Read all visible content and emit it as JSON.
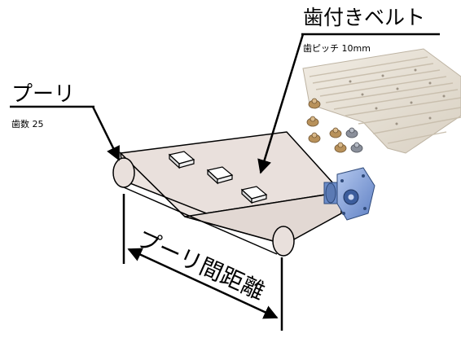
{
  "labels": {
    "belt_title": "歯付きベルト",
    "belt_sub": "歯ピッチ 10mm",
    "pulley_title": "プーリ",
    "pulley_sub": "歯数 25",
    "distance": "プーリ間距離"
  },
  "colors": {
    "conveyor_fill": "#e9e0dc",
    "conveyor_edge": "#000000",
    "belt_texture": "#e8e1d6",
    "motor_blue": "#7f9fd8",
    "brass": "#b8915a",
    "steel": "#8a8f9a"
  }
}
